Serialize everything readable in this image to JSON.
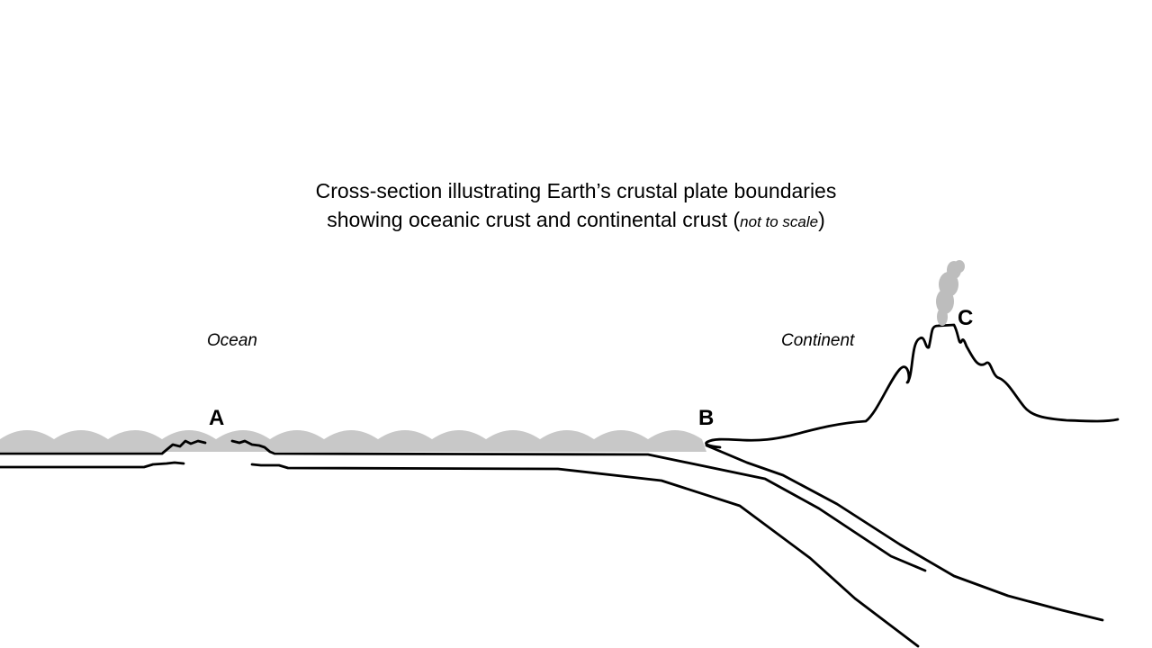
{
  "title": {
    "line1": "Cross-section illustrating Earth’s crustal plate boundaries",
    "line2_main": "showing oceanic crust and continental crust (",
    "line2_italic": "not to scale",
    "line2_end": ")"
  },
  "labels": {
    "ocean": "Ocean",
    "continent": "Continent",
    "point_a": "A",
    "point_b": "B",
    "point_c": "C"
  },
  "colors": {
    "line": "#000000",
    "water": "#c8c8c8",
    "smoke": "#bdbdbd"
  }
}
